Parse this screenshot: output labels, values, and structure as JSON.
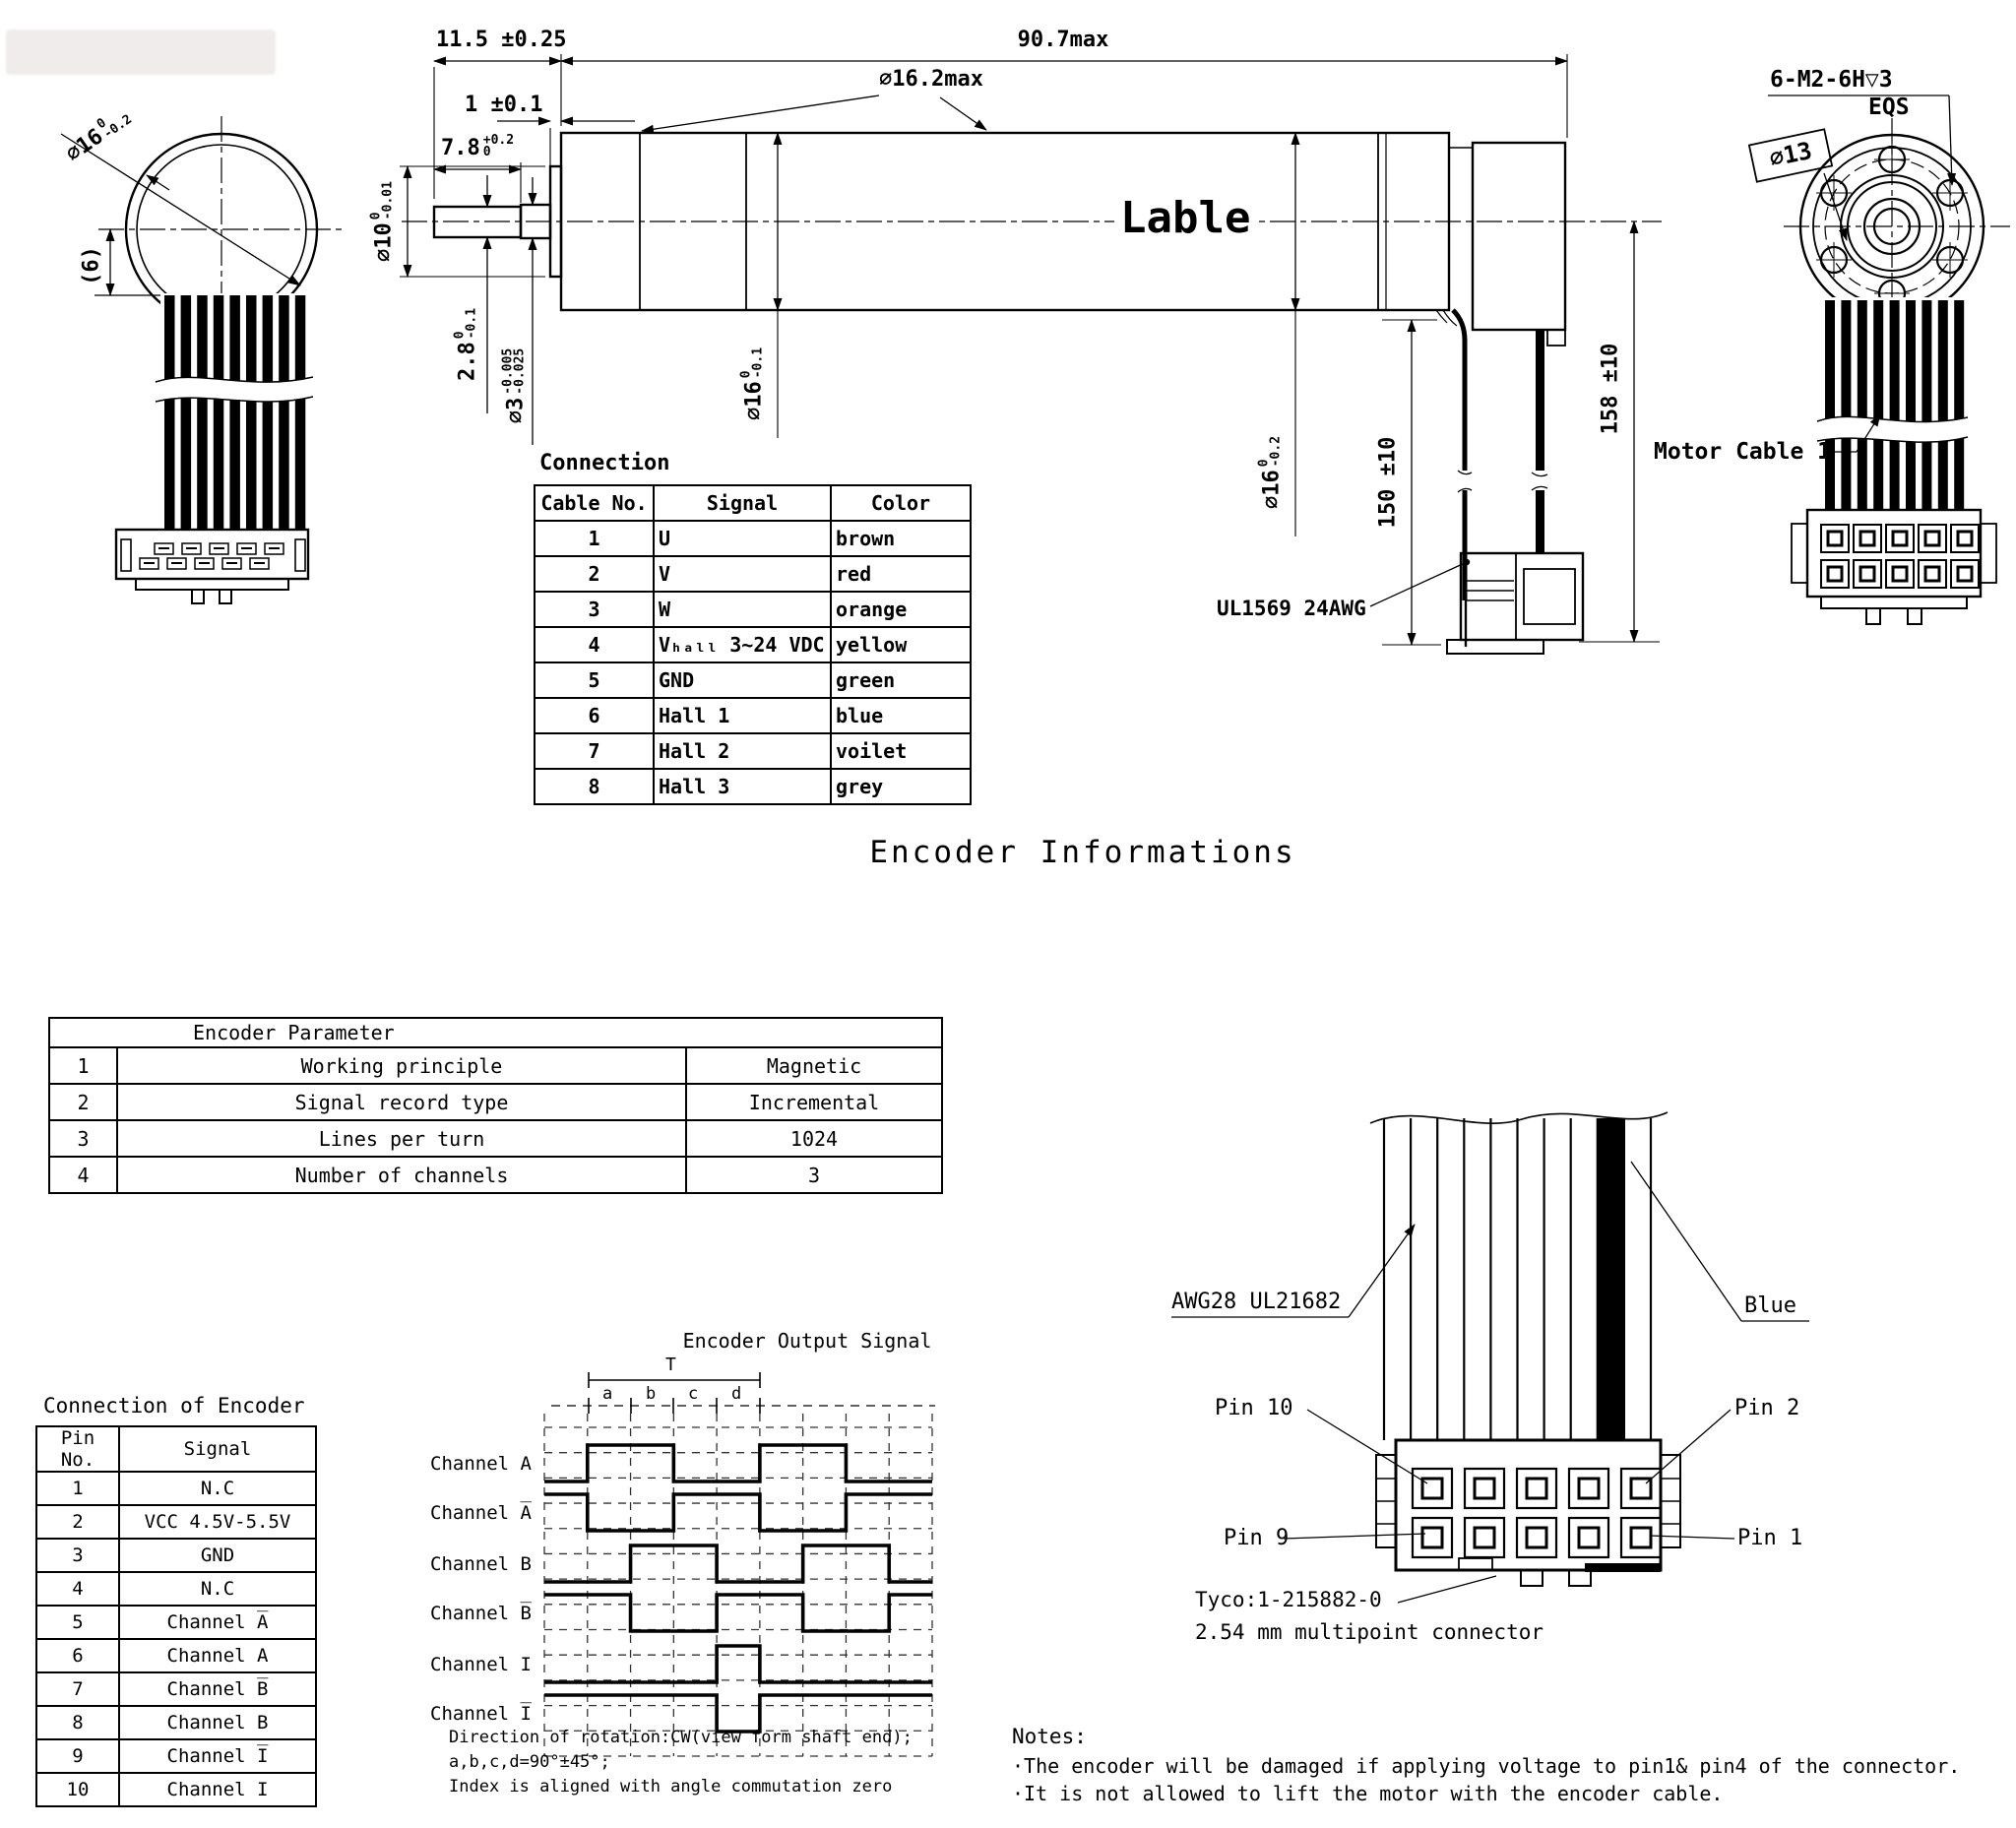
{
  "front_view": {
    "dia_label": {
      "v": "⌀16",
      "u": "0",
      "l": "-0.2"
    },
    "offset_label": "(6)"
  },
  "side_view": {
    "shaft_total_len": "11.5 ±0.25",
    "spacer_len": "1 ±0.1",
    "shaft_front_len": {
      "v": "7.8",
      "u": "+0.2",
      "l": "0"
    },
    "total_len": "90.7max",
    "dia_max": "⌀16.2max",
    "dia_boss": {
      "v": "⌀10",
      "u": "0",
      "l": "-0.01"
    },
    "dia_shaft_flat": {
      "v": "2.8",
      "u": "0",
      "l": "-0.1"
    },
    "dia_shaft": {
      "v": "⌀3",
      "u": "-0.005",
      "l": "-0.025"
    },
    "dia_body_front": {
      "v": "⌀16",
      "u": "0",
      "l": "-0.1"
    },
    "dia_body_rear": {
      "v": "⌀16",
      "u": "0",
      "l": "-0.2"
    },
    "motor_cable_len": "150 ±10",
    "encoder_cable_len": "158 ±10",
    "body_label": "Lable",
    "wire_spec": "UL1569 24AWG"
  },
  "rear_view": {
    "thread_spec": "6-M2-6H▽3",
    "eqs": "EQS",
    "dia_boss": "⌀13",
    "motor_cable": "Motor Cable 1"
  },
  "connection_table": {
    "title": "Connection",
    "headers": [
      "Cable No.",
      "Signal",
      "Color"
    ],
    "rows": [
      [
        "1",
        "U",
        "brown"
      ],
      [
        "2",
        "V",
        "red"
      ],
      [
        "3",
        "W",
        "orange"
      ],
      [
        "4",
        "Vₕₐₗₗ 3~24 VDC",
        "yellow"
      ],
      [
        "5",
        "GND",
        "green"
      ],
      [
        "6",
        "Hall 1",
        "blue"
      ],
      [
        "7",
        "Hall 2",
        "voilet"
      ],
      [
        "8",
        "Hall 3",
        "grey"
      ]
    ]
  },
  "section_title": "Encoder Informations",
  "parameter_table": {
    "title": "Encoder Parameter",
    "rows": [
      [
        "1",
        "Working principle",
        "Magnetic"
      ],
      [
        "2",
        "Signal record type",
        "Incremental"
      ],
      [
        "3",
        "Lines per turn",
        "1024"
      ],
      [
        "4",
        "Number of channels",
        "3"
      ]
    ]
  },
  "encoder_pin_table": {
    "title": "Connection of Encoder",
    "headers": [
      "Pin No.",
      "Signal"
    ],
    "rows": [
      [
        "1",
        "N.C"
      ],
      [
        "2",
        "VCC 4.5V-5.5V"
      ],
      [
        "3",
        "GND"
      ],
      [
        "4",
        "N.C"
      ],
      [
        "5",
        "Channel A̅"
      ],
      [
        "6",
        "Channel A"
      ],
      [
        "7",
        "Channel B̅"
      ],
      [
        "8",
        "Channel B"
      ],
      [
        "9",
        "Channel I̅"
      ],
      [
        "10",
        "Channel I"
      ]
    ]
  },
  "waveform": {
    "title": "Encoder Output Signal",
    "period_label": "T",
    "segment_labels": [
      "a",
      "b",
      "c",
      "d"
    ],
    "units": 9,
    "channels": [
      {
        "label": "Channel A",
        "start": 0,
        "toggles": [
          1,
          3,
          5,
          7
        ]
      },
      {
        "label": "Channel A̅",
        "start": 1,
        "toggles": [
          1,
          3,
          5,
          7
        ]
      },
      {
        "label": "Channel B",
        "start": 0,
        "toggles": [
          2,
          4,
          6,
          8
        ]
      },
      {
        "label": "Channel B̅",
        "start": 1,
        "toggles": [
          2,
          4,
          6,
          8
        ]
      },
      {
        "label": "Channel I",
        "start": 0,
        "toggles": [
          4,
          5
        ]
      },
      {
        "label": "Channel I̅",
        "start": 1,
        "toggles": [
          4,
          5
        ]
      }
    ],
    "footnotes": [
      "Direction of rotation:CW(view form shaft end);",
      "a,b,c,d=90°±45°;",
      "Index is aligned with angle commutation zero"
    ]
  },
  "cable_detail": {
    "wire_spec": "AWG28 UL21682",
    "wire_color": "Blue",
    "pin10": "Pin 10",
    "pin2": "Pin 2",
    "pin9": "Pin 9",
    "pin1": "Pin 1",
    "connector_part": "Tyco:1-215882-0",
    "connector_desc": "2.54 mm multipoint connector"
  },
  "notes": {
    "title": "Notes:",
    "items": [
      "·The encoder will be damaged if applying voltage to pin1& pin4 of the connector.",
      "·It is not allowed to lift the motor with the encoder cable."
    ]
  }
}
